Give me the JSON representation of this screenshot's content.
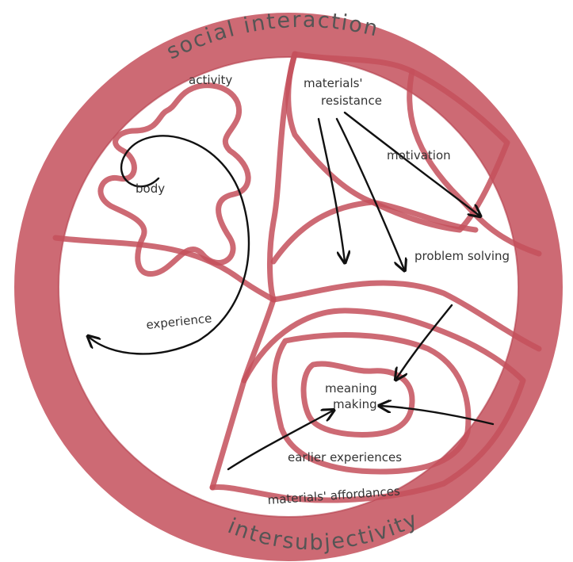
{
  "diagram": {
    "outer_labels": {
      "top": "social interaction",
      "bottom": "intersubjectivity"
    },
    "labels": {
      "activity": "activity",
      "body": "body",
      "experience": "experience",
      "materials_resistance_1": "materials'",
      "materials_resistance_2": "resistance",
      "motivation": "motivation",
      "problem_solving": "problem solving",
      "meaning_making_1": "meaning",
      "meaning_making_2": "making",
      "earlier_experiences": "earlier experiences",
      "materials_affordances": "materials' affordances"
    },
    "colors": {
      "ring": "#c4505c",
      "lines": "#c4505c",
      "arrows": "#111111",
      "text": "#333333"
    }
  }
}
